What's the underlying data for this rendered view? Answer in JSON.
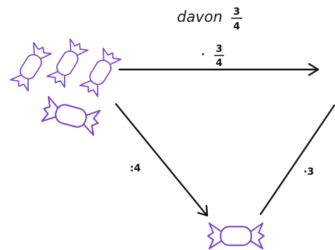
{
  "title": {
    "word": "davon",
    "numerator": "3",
    "denominator": "4"
  },
  "arrows": {
    "top": {
      "operator": "·",
      "numerator": "3",
      "denominator": "4"
    },
    "left": {
      "label": ":4"
    },
    "right": {
      "label": "·3"
    }
  },
  "icons": {
    "group_candies": 4,
    "single_candies": 1,
    "candy_color": "#7b3fc4"
  },
  "colors": {
    "ink": "#111111",
    "background": "#ffffff"
  }
}
